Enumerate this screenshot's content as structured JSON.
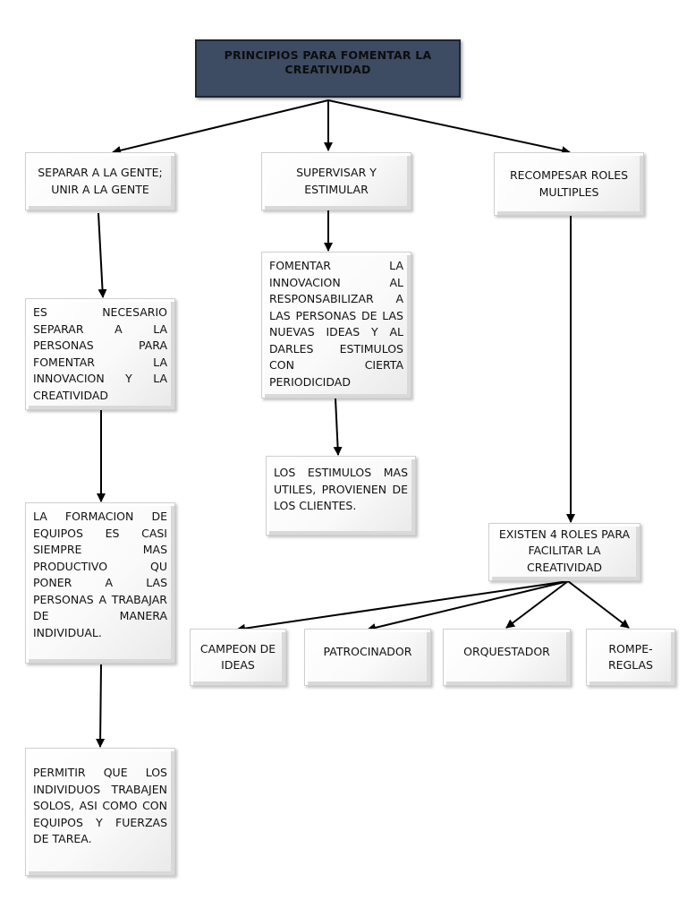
{
  "title": "PRINCIPIOS PARA FOMENTAR LA CREATIVIDAD",
  "branches": {
    "separar": {
      "heading": "SEPARAR A LA GENTE; UNIR A LA GENTE",
      "step1": "ES NECESARIO SEPARAR A LA PERSONAS PARA FOMENTAR LA INNOVACION Y LA CREATIVIDAD",
      "step2": "LA FORMACION DE EQUIPOS ES CASI SIEMPRE MAS PRODUCTIVO QU PONER A LAS PERSONAS A TRABAJAR DE MANERA INDIVIDUAL.",
      "step3": "PERMITIR QUE LOS INDIVIDUOS TRABAJEN SOLOS, ASI COMO CON EQUIPOS Y FUERZAS DE TAREA."
    },
    "supervisar": {
      "heading": "SUPERVISAR Y ESTIMULAR",
      "step1": "FOMENTAR LA INNOVACION AL RESPONSABILIZAR A LAS PERSONAS DE LAS NUEVAS IDEAS Y AL DARLES ESTIMULOS CON CIERTA PERIODICIDAD",
      "step2": "LOS ESTIMULOS MAS UTILES, PROVIENEN DE LOS CLIENTES."
    },
    "recompensar": {
      "heading": "RECOMPESAR ROLES MULTIPLES",
      "step1": "EXISTEN 4 ROLES PARA FACILITAR LA CREATIVIDAD",
      "roles": [
        "CAMPEON DE IDEAS",
        "PATROCINADOR",
        "ORQUESTADOR",
        "ROMPE-REGLAS"
      ]
    }
  }
}
